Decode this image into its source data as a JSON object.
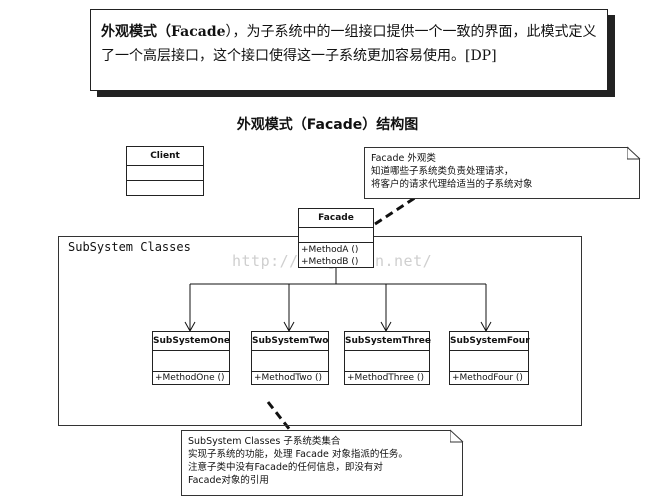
{
  "definition": {
    "lead": "外观模式（",
    "term": "Facade",
    "rest": "），为子系统中的一组接口提供一个一致的界面，此模式定义了一个高层接口，这个接口使得这一子系统更加容易使用。[DP]"
  },
  "diagram_title": "外观模式（Facade）结构图",
  "client": {
    "name": "Client"
  },
  "facade": {
    "name": "Facade",
    "ops": [
      "+MethodA ()",
      "+MethodB ()"
    ]
  },
  "frame_label": "SubSystem Classes",
  "subsystems": [
    {
      "name": "SubSystemOne",
      "op": "+MethodOne ()"
    },
    {
      "name": "SubSystemTwo",
      "op": "+MethodTwo ()"
    },
    {
      "name": "SubSystemThree",
      "op": "+MethodThree ()"
    },
    {
      "name": "SubSystemFour",
      "op": "+MethodFour ()"
    }
  ],
  "note_facade": {
    "lines": [
      "Facade  外观类",
      "知道哪些子系统类负责处理请求，",
      "将客户的请求代理给适当的子系统对象"
    ]
  },
  "note_subsystem": {
    "lines": [
      "SubSystem Classes   子系统类集合",
      "实现子系统的功能，处理 Facade 对象指派的任务。",
      "注意子类中没有Facade的任何信息，即没有对",
      "Facade对象的引用"
    ]
  },
  "watermark": "http://blog.csdn.net/"
}
